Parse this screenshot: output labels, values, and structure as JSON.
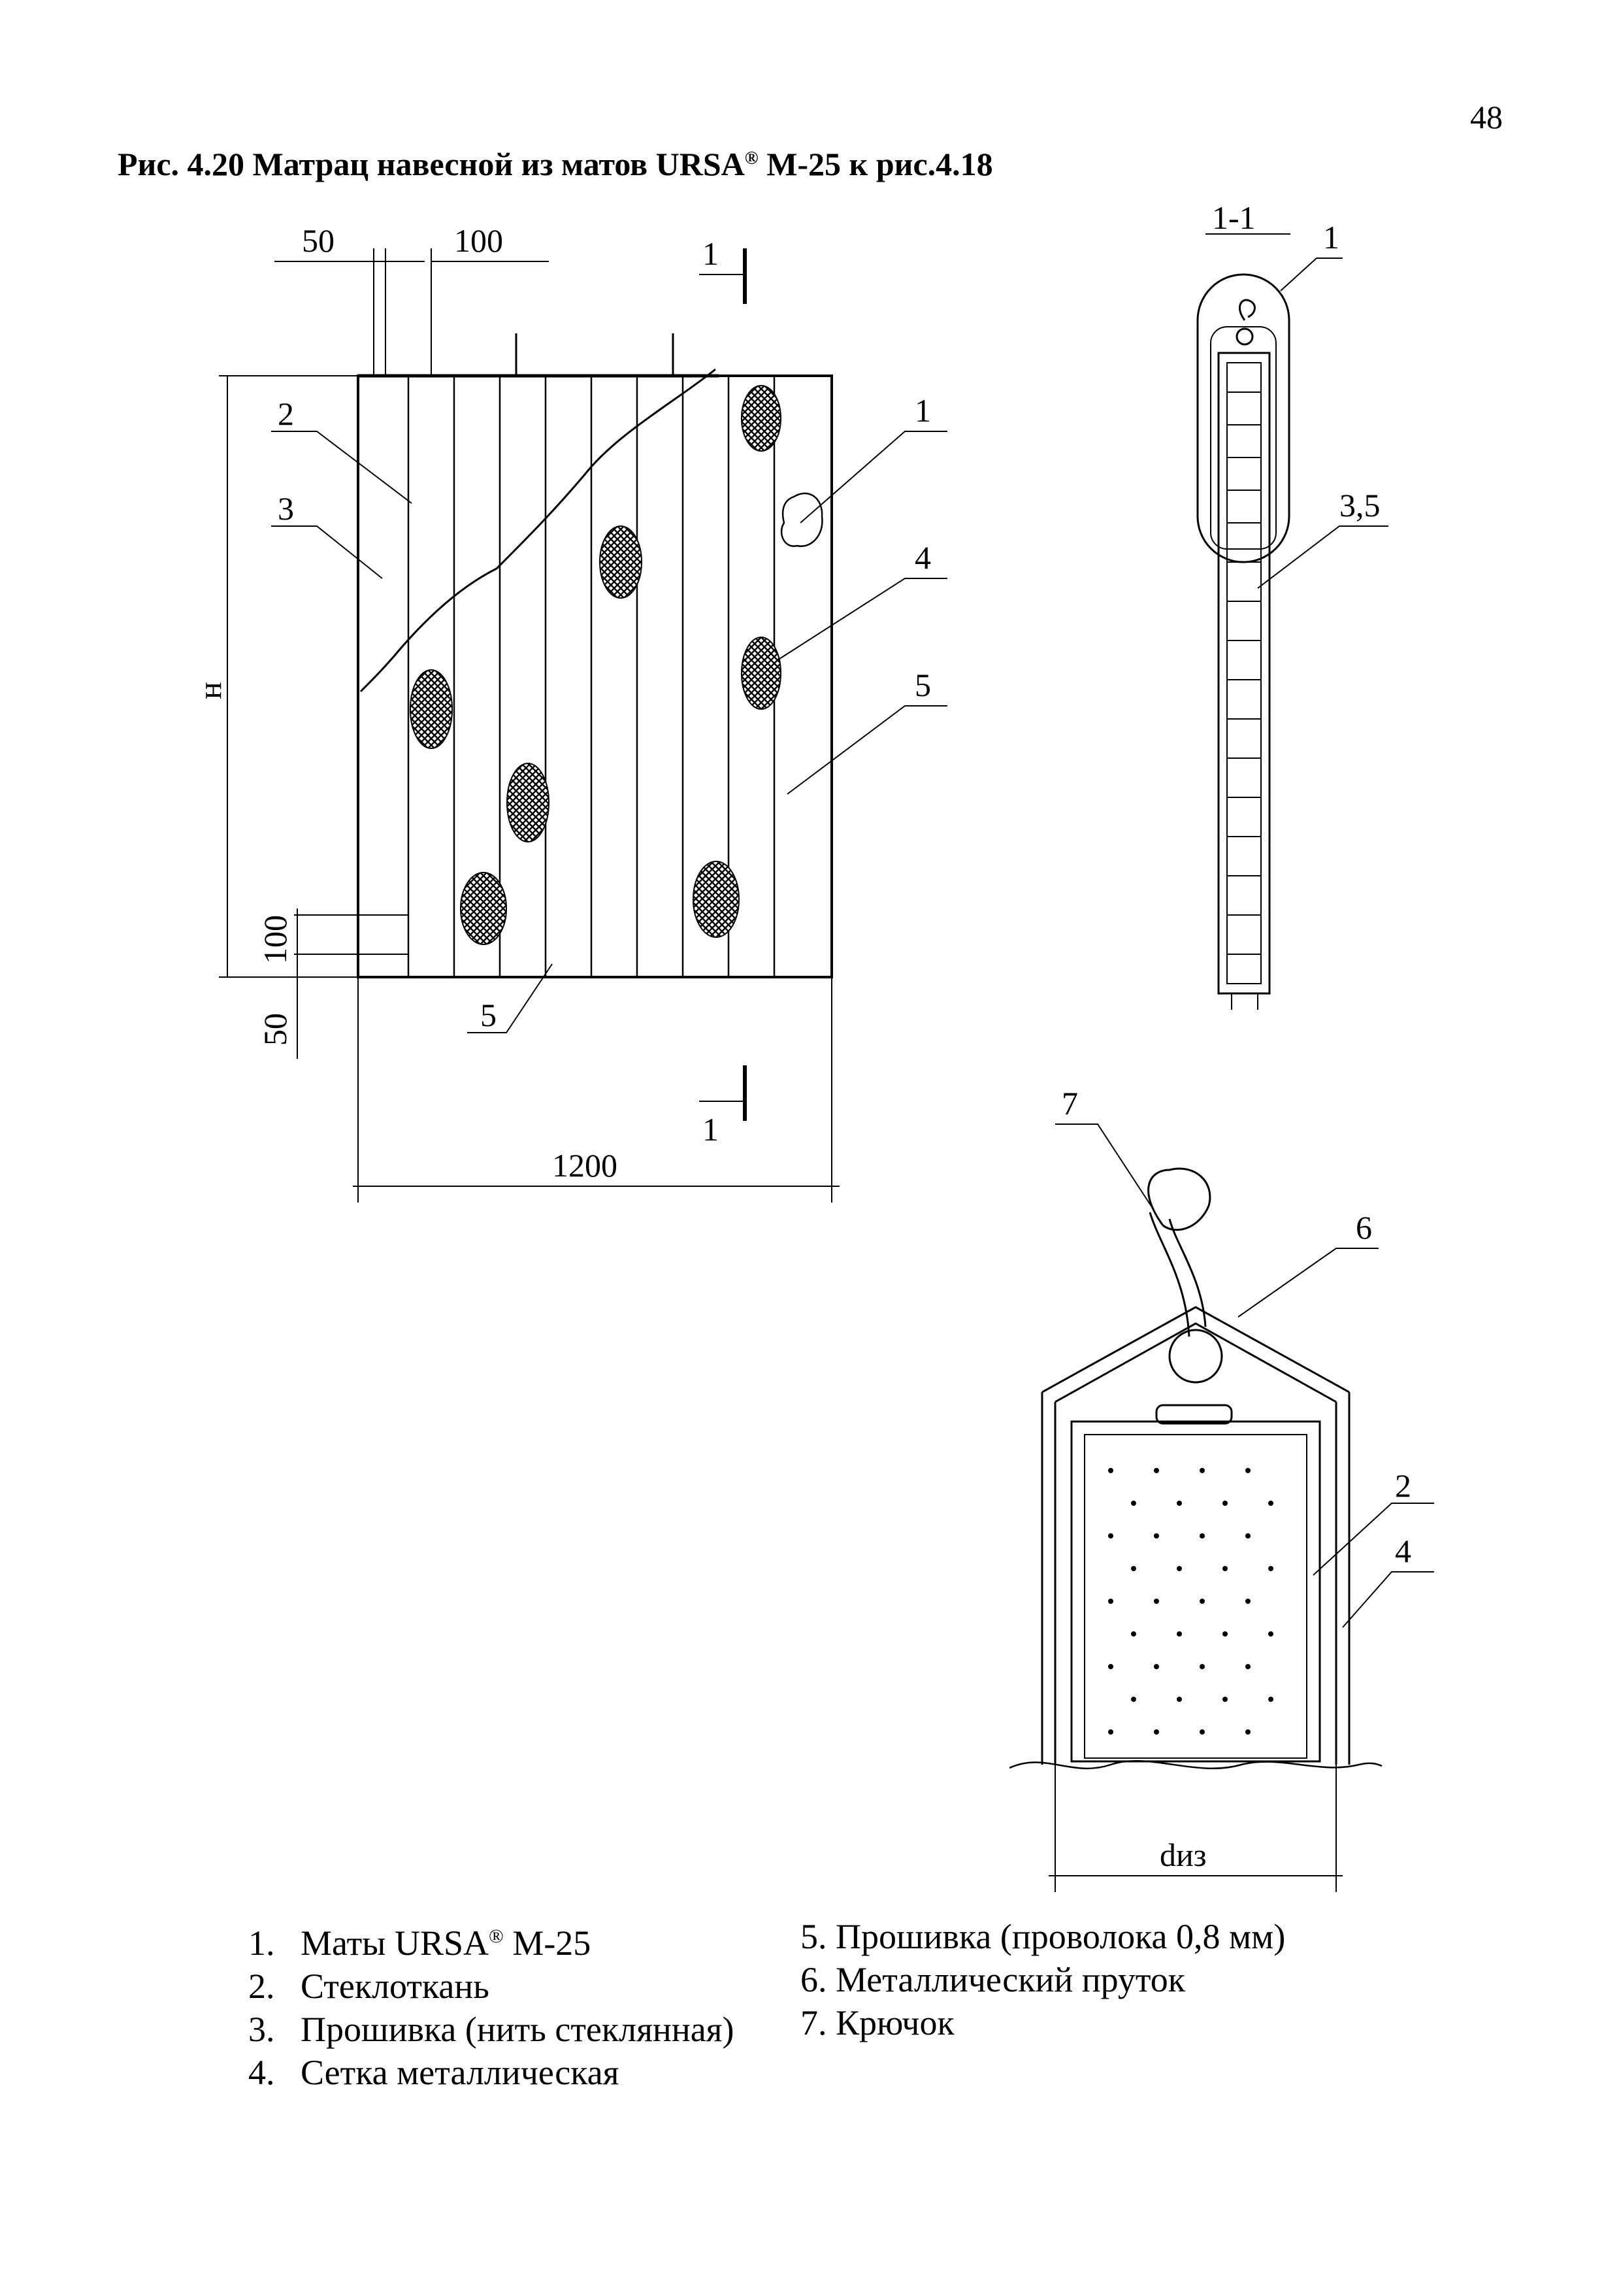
{
  "page_number": "48",
  "title": {
    "main": "Рис. 4.20 Матрац навесной из матов URSA",
    "reg": "®",
    "suffix": " М-25 к рис.4.18"
  },
  "front_view": {
    "dim_50_top": "50",
    "dim_100_top": "100",
    "dim_h": "н",
    "dim_100_left": "100",
    "dim_50_left": "50",
    "dim_1200": "1200",
    "section_mark_top": "1",
    "section_mark_bottom": "1",
    "callouts": {
      "c1": "1",
      "c2": "2",
      "c3": "3",
      "c4": "4",
      "c5_right": "5",
      "c5_bottom": "5"
    }
  },
  "section_view": {
    "label": "1-1",
    "callout_1": "1",
    "callout_35": "3,5"
  },
  "end_view": {
    "callout_7": "7",
    "callout_6": "6",
    "callout_2": "2",
    "callout_4": "4",
    "dim_d": "dиз"
  },
  "legend": {
    "left": [
      {
        "num": "1.",
        "text": "Маты URSA",
        "sup": "®",
        "tail": " М-25"
      },
      {
        "num": "2.",
        "text": "Стеклоткань",
        "sup": "",
        "tail": ""
      },
      {
        "num": "3.",
        "text": "Прошивка (нить стеклянная)",
        "sup": "",
        "tail": ""
      },
      {
        "num": "4.",
        "text": "Сетка металлическая",
        "sup": "",
        "tail": ""
      }
    ],
    "right": [
      "5. Прошивка (проволока 0,8 мм)",
      "6. Металлический пруток",
      "7. Крючок"
    ]
  }
}
